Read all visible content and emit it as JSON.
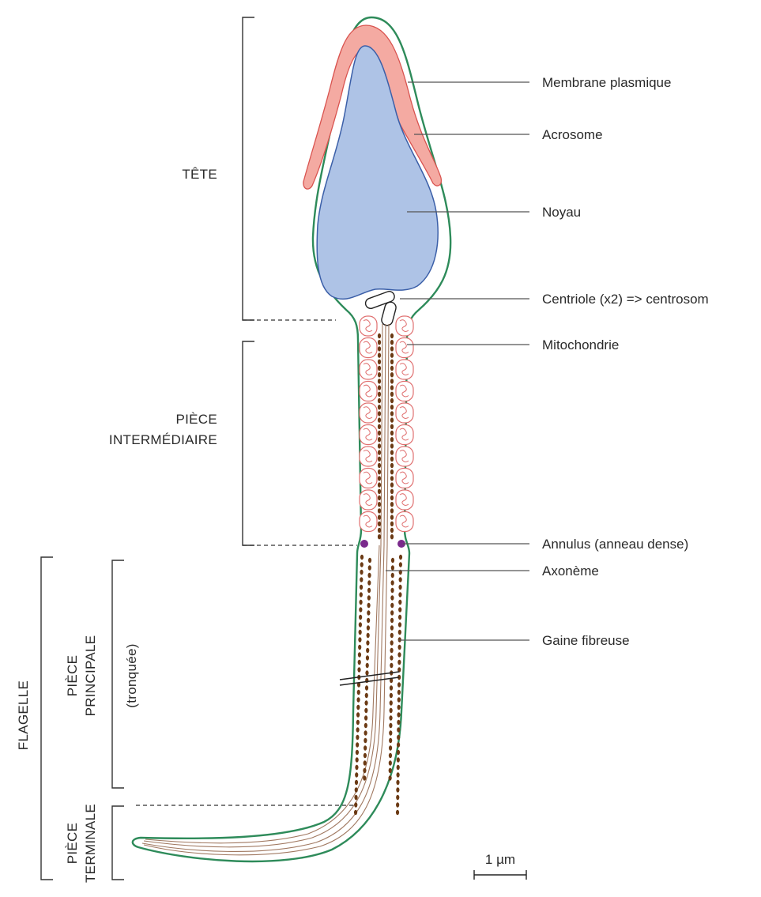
{
  "labels": {
    "membrane": "Membrane plasmique",
    "acrosome": "Acrosome",
    "noyau": "Noyau",
    "centriole": "Centriole (x2) => centrosom",
    "mitochondrie": "Mitochondrie",
    "annulus": "Annulus (anneau dense)",
    "axoneme": "Axonème",
    "gaine": "Gaine fibreuse"
  },
  "sections": {
    "tete": "TÊTE",
    "piece_intermediaire_line1": "PIÈCE",
    "piece_intermediaire_line2": "INTERMÉDIAIRE",
    "flagelle": "FLAGELLE",
    "piece_principale_line1": "PIÈCE",
    "piece_principale_line2": "PRINCIPALE",
    "tronquee": "(tronquée)",
    "piece_terminale_line1": "PIÈCE",
    "piece_terminale_line2": "TERMINALE"
  },
  "scale_bar": {
    "label": "1 µm"
  },
  "colors": {
    "membrane": "#2e8b5a",
    "acrosome_fill": "#f4aaa2",
    "acrosome_stroke": "#d9534f",
    "nucleus_fill": "#aec3e6",
    "nucleus_stroke": "#3b5fa8",
    "mitochondria_stroke": "#e07070",
    "fibrous_sheath": "#6b3a14",
    "annulus": "#7a2a8c",
    "axoneme": "#a07860"
  }
}
